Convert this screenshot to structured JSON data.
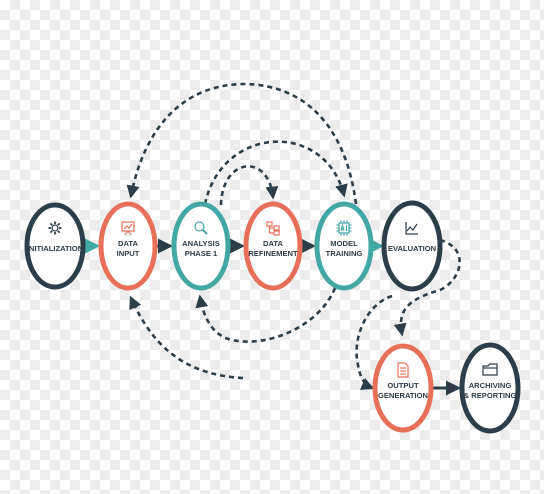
{
  "colors": {
    "dark": "#2d3e48",
    "coral": "#e8705a",
    "teal": "#43a7a3",
    "label": "#2f3d46",
    "fill": "#ffffff"
  },
  "nodes": [
    {
      "id": "initialization",
      "lines": [
        "INITIALIZATION"
      ],
      "icon": "gear-icon",
      "ring": "dark"
    },
    {
      "id": "data-input",
      "lines": [
        "DATA",
        "INPUT"
      ],
      "icon": "chart-board-icon",
      "ring": "coral"
    },
    {
      "id": "analysis-phase-1",
      "lines": [
        "ANALYSIS",
        "PHASE 1"
      ],
      "icon": "magnifier-icon",
      "ring": "teal"
    },
    {
      "id": "data-refinement",
      "lines": [
        "DATA",
        "REFINEMENT"
      ],
      "icon": "hierarchy-icon",
      "ring": "coral"
    },
    {
      "id": "model-training",
      "lines": [
        "MODEL",
        "TRAINING"
      ],
      "icon": "ai-chip-icon",
      "ring": "teal"
    },
    {
      "id": "evaluation",
      "lines": [
        "EVALUATION"
      ],
      "icon": "line-chart-icon",
      "ring": "dark"
    },
    {
      "id": "output-generation",
      "lines": [
        "OUTPUT",
        "GENERATION"
      ],
      "icon": "document-icon",
      "ring": "coral"
    },
    {
      "id": "archiving-reporting",
      "lines": [
        "ARCHIVING",
        "& REPORTING"
      ],
      "icon": "folder-icon",
      "ring": "dark"
    }
  ],
  "flows": [
    {
      "from": "initialization",
      "to": "data-input",
      "style": "solid",
      "color": "teal"
    },
    {
      "from": "data-input",
      "to": "analysis-phase-1",
      "style": "solid",
      "color": "dark"
    },
    {
      "from": "analysis-phase-1",
      "to": "data-refinement",
      "style": "solid",
      "color": "dark"
    },
    {
      "from": "data-refinement",
      "to": "model-training",
      "style": "solid",
      "color": "dark"
    },
    {
      "from": "model-training",
      "to": "evaluation",
      "style": "solid",
      "color": "teal"
    },
    {
      "from": "evaluation",
      "to": "output-generation",
      "style": "dashed",
      "color": "dark"
    },
    {
      "from": "output-generation",
      "to": "archiving-reporting",
      "style": "solid",
      "color": "dark"
    },
    {
      "from": "model-training",
      "to": "data-input",
      "style": "dashed",
      "color": "dark"
    },
    {
      "from": "analysis-phase-1",
      "to": "model-training",
      "style": "dashed",
      "color": "dark"
    },
    {
      "from": "analysis-phase-1",
      "to": "data-refinement",
      "style": "dashed",
      "color": "dark"
    },
    {
      "from": "model-training",
      "to": "analysis-phase-1",
      "style": "dashed",
      "color": "dark"
    },
    {
      "from": "model-training",
      "to": "output-generation",
      "style": "dashed",
      "color": "dark"
    },
    {
      "from": "output-generation",
      "to": "data-input",
      "style": "dashed",
      "color": "dark"
    }
  ]
}
